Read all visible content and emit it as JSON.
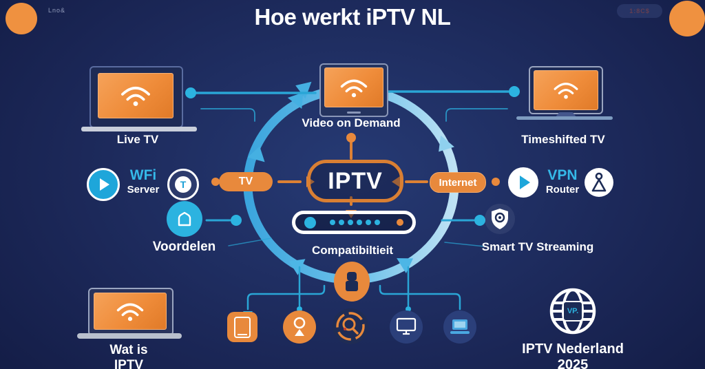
{
  "title": "Hoe werkt iPTV NL",
  "deco": {
    "left_tag": "Lno&",
    "right_tag": "1:8C$"
  },
  "colors": {
    "background": "#1b2757",
    "accent_orange": "#e8893c",
    "accent_cyan": "#2cb3e0",
    "ring_blue": "#4db6e6",
    "text_white": "#ffffff",
    "navy_icon": "#1c2b55"
  },
  "nodes": {
    "live_tv": {
      "label": "Live TV"
    },
    "vod": {
      "label": "Video on Demand"
    },
    "timeshifted": {
      "label": "Timeshifted TV"
    },
    "wifi_server": {
      "line1": "WFi",
      "line2": "Server"
    },
    "vpn_router": {
      "line1": "VPN",
      "line2": "Router"
    },
    "t_badge": "T",
    "tv_pill": "TV",
    "internet_pill": "Internet",
    "iptv_hub": "IPTV",
    "voordelen": {
      "label": "Voordelen"
    },
    "compatibiliteit": {
      "label": "Compatibiltieit"
    },
    "smart_tv": {
      "label": "Smart TV Streaming"
    },
    "wat_is_iptv": {
      "line1": "Wat is",
      "line2": "IPTV"
    },
    "brand": {
      "line1": "IPTV Nederland",
      "line2": "2025",
      "globe_text": "VP."
    }
  }
}
